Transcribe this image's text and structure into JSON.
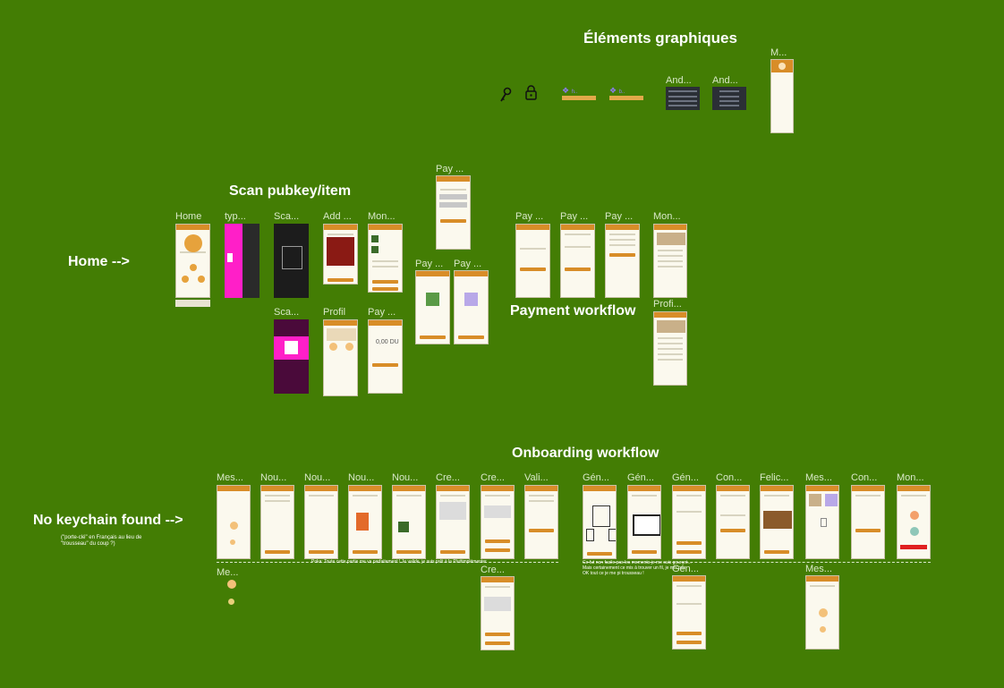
{
  "sections": {
    "graphic_elements": "Éléments graphiques",
    "scan": "Scan pubkey/item",
    "home": "Home  -->",
    "payment": "Payment workflow",
    "onboarding": "Onboarding workflow",
    "no_keychain": "No keychain found  -->",
    "no_keychain_note_1": "(\"porte-clé\" en Français au lieu de",
    "no_keychain_note_2": "\"trousseau\" du coup ?)"
  },
  "graphic_frame_labels": [
    "M...",
    "And...",
    "And..."
  ],
  "scan_frame_labels": [
    "Home",
    "typ...",
    "Sca...",
    "Add ...",
    "Mon...",
    "Sca...",
    "Profil",
    "Pay ...",
    "Pay ...",
    "Pay ...",
    "Pay ..."
  ],
  "payment_frame_labels": [
    "Pay ...",
    "Pay ...",
    "Pay ...",
    "Mon...",
    "Profi..."
  ],
  "onboarding_frame_labels": [
    "Mes...",
    "Nou...",
    "Nou...",
    "Nou...",
    "Nou...",
    "Cre...",
    "Cre...",
    "Vali...",
    "Gén...",
    "Gén...",
    "Gén...",
    "Con...",
    "Felic...",
    "Mes...",
    "Con...",
    "Mon...",
    "Me...",
    "Cre...",
    "Gén...",
    "Mes..."
  ],
  "notes": {
    "onboarding_a": "Poka: Toute cette partie me va parfaitement ! Je valide, je suis prêt à la Pluttimplémenter",
    "onboarding_b_1": "Ce fut non facile pas les moments je me suis gourant...",
    "onboarding_b_2": "Mais certainement ce mis à trouver un fil, je mis pas",
    "onboarding_b_3": "OK tout ce je me pi trousseau !"
  },
  "amount_display": "0,00 DU",
  "icons": {
    "keys": "keys-icon",
    "lock": "lock-icon"
  },
  "colors": {
    "canvas": "#437d04",
    "frame_bg": "#fbf9ee",
    "accent": "#d88d28",
    "magenta": "#ff1fc8",
    "dark": "#222222"
  }
}
